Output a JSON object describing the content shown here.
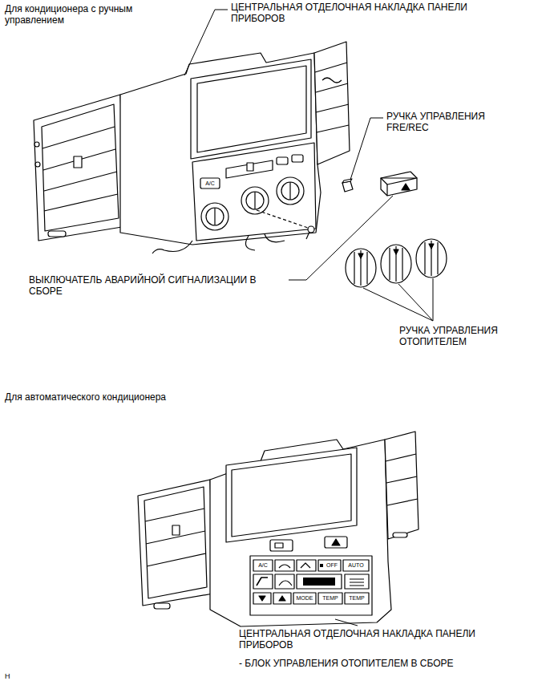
{
  "diagram": {
    "labels": [
      "Для кондиционера с ручным управлением",
      "ЦЕНТРАЛЬНАЯ ОТДЕЛОЧНАЯ НАКЛАДКА ПАНЕЛИ ПРИБОРОВ",
      "РУЧКА УПРАВЛЕНИЯ FRE/REC",
      "ВЫКЛЮЧАТЕЛЬ АВАРИЙНОЙ СИГНАЛИЗАЦИИ В СБОРЕ",
      "РУЧКА УПРАВЛЕНИЯ ОТОПИТЕЛЕМ",
      "A/C",
      "Для автоматического кондиционера",
      "ЦЕНТРАЛЬНАЯ ОТДЕЛОЧНАЯ НАКЛАДКА ПАНЕЛИ ПРИБОРОВ",
      "- БЛОК УПРАВЛЕНИЯ ОТОПИТЕЛЕМ В СБОРЕ",
      "A/C",
      "OFF",
      "AUTO",
      "MODE",
      "TEMP",
      "TEMP",
      "H"
    ]
  }
}
